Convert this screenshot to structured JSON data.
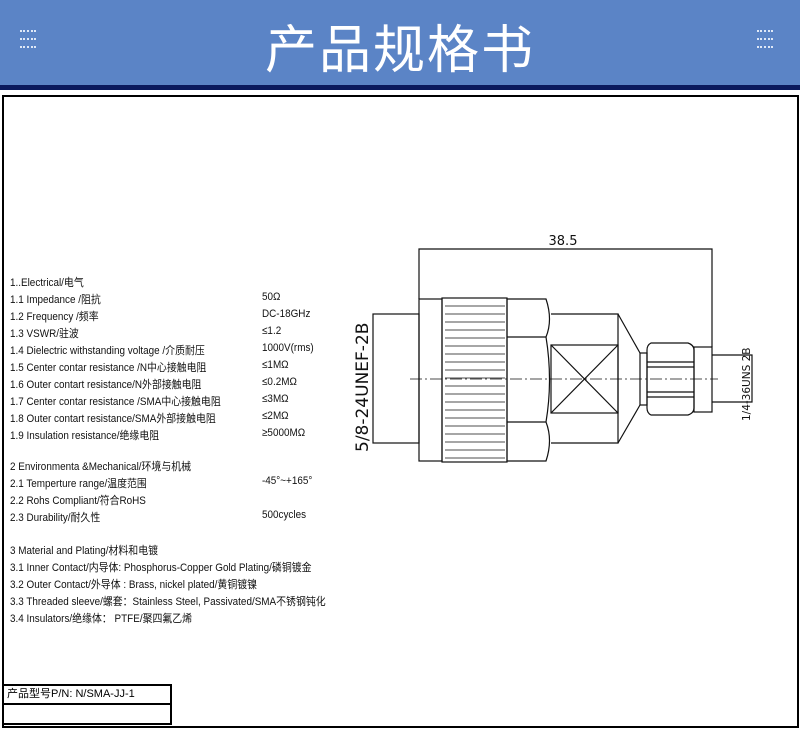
{
  "header": {
    "title": "产品规格书"
  },
  "drawing": {
    "length_dim": "38.5",
    "left_thread": "5/8-24UNEF-2B",
    "right_thread": "1/4-36UNS 2B"
  },
  "specs": {
    "electrical": {
      "heading": "1..Electrical/电气",
      "rows": [
        {
          "label": "1.1 Impedance  /阻抗",
          "value": "50Ω"
        },
        {
          "label": "1.2 Frequency /频率",
          "value": "DC-18GHz"
        },
        {
          "label": "1.3 VSWR/驻波",
          "value": "≤1.2"
        },
        {
          "label": "1.4 Dielectric withstanding voltage /介质耐压",
          "value": "1000V(rms)"
        },
        {
          "label": "1.5 Center contar resistance /N中心接触电阻",
          "value": "≤1MΩ"
        },
        {
          "label": "1.6 Outer contart resistance/N外部接触电阻",
          "value": "≤0.2MΩ"
        },
        {
          "label": "1.7 Center contar resistance /SMA中心接触电阻",
          "value": "≤3MΩ"
        },
        {
          "label": "1.8 Outer contart resistance/SMA外部接触电阻",
          "value": "≤2MΩ"
        },
        {
          "label": "1.9 Insulation  resistance/绝缘电阻",
          "value": "≥5000MΩ"
        }
      ]
    },
    "environmental": {
      "heading": "2 Environmenta &Mechanical/环境与机械",
      "rows": [
        {
          "label": "2.1 Temperture range/温度范围",
          "value": "-45°~+165°"
        },
        {
          "label": "2.2 Rohs Compliant/符合RoHS",
          "value": ""
        },
        {
          "label": "2.3 Durability/耐久性",
          "value": "500cycles"
        }
      ]
    },
    "material": {
      "heading": "3 Material and Plating/材料和电镀",
      "rows": [
        "3.1  Inner Contact/内导体:  Phosphorus-Copper Gold Plating/磷铜镀金",
        "3.2 Outer Contact/外导体 : Brass, nickel plated/黄铜镀镍",
        "3.3 Threaded sleeve/螺套：Stainless Steel, Passivated/SMA不锈钢钝化",
        "3.4 Insulators/绝缘体： PTFE/聚四氟乙烯"
      ]
    }
  },
  "part_number": {
    "label": "产品型号P/N: N/SMA-JJ-1"
  }
}
